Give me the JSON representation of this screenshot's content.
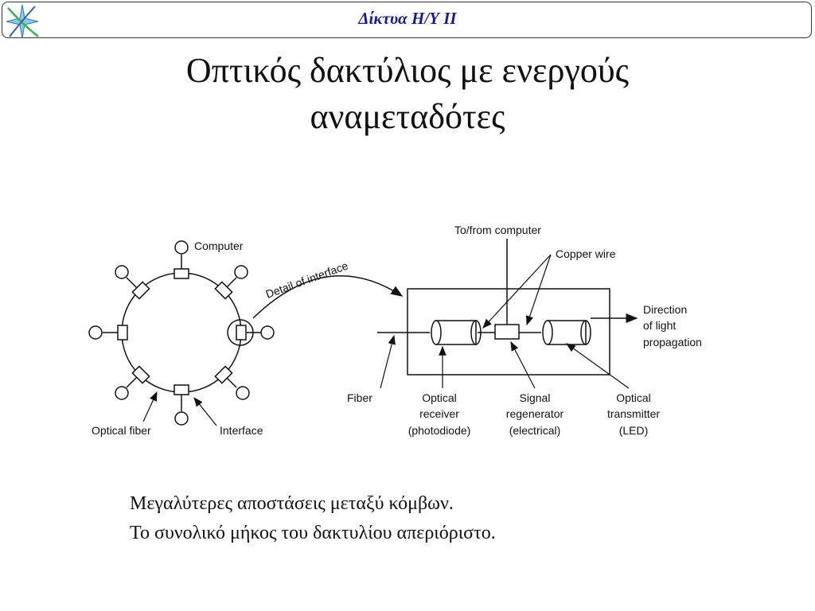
{
  "header": {
    "title": "Δίκτυα Η/Υ ΙΙ"
  },
  "slide": {
    "title_lines": [
      "Οπτικός δακτύλιος με ενεργούς",
      "αναμεταδότες"
    ],
    "body_lines": [
      "Μεγαλύτερες αποστάσεις μεταξύ κόμβων.",
      "Το συνολικό μήκος του δακτυλίου απεριόριστο."
    ]
  },
  "diagram": {
    "labels": {
      "computer": "Computer",
      "detail": "Detail of interface",
      "optical_fiber": "Optical fiber",
      "interface": "Interface",
      "to_from": "To/from computer",
      "copper_wire": "Copper wire",
      "direction": [
        "Direction",
        "of light",
        "propagation"
      ],
      "fiber": "Fiber",
      "optical_receiver": [
        "Optical",
        "receiver",
        "(photodiode)"
      ],
      "signal_regenerator": [
        "Signal",
        "regenerator",
        "(electrical)"
      ],
      "optical_transmitter": [
        "Optical",
        "transmitter",
        "(LED)"
      ]
    }
  },
  "colors": {
    "header_text": "#1a1a99",
    "line": "#111111"
  },
  "icons": {
    "logo": "star-logo-icon"
  }
}
